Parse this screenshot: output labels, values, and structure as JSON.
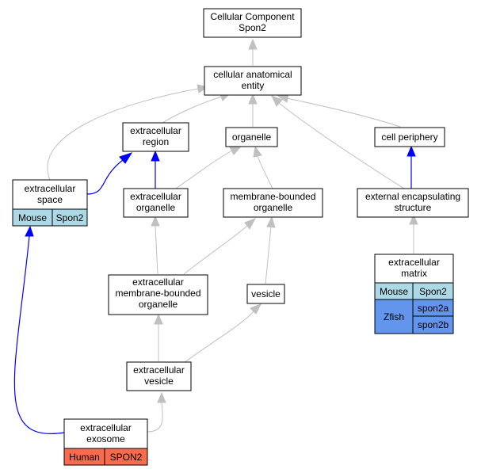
{
  "colors": {
    "mouse": "#add8e6",
    "human": "#fa6a4c",
    "zfish": "#6495ed",
    "is_a_edge": "#c0c0c0",
    "part_of_edge": "#0000ff"
  },
  "nodes": {
    "root": [
      "Cellular Component",
      "Spon2"
    ],
    "cae": [
      "cellular anatomical",
      "entity"
    ],
    "ecr": [
      "extracellular",
      "region"
    ],
    "organelle": [
      "organelle"
    ],
    "cp": [
      "cell periphery"
    ],
    "ecs": [
      "extracellular",
      "space"
    ],
    "eco": [
      "extracellular",
      "organelle"
    ],
    "mbo": [
      "membrane-bounded",
      "organelle"
    ],
    "ees": [
      "external encapsulating",
      "structure"
    ],
    "ecm": [
      "extracellular",
      "matrix"
    ],
    "embo": [
      "extracellular",
      "membrane-bounded",
      "organelle"
    ],
    "vesicle": [
      "vesicle"
    ],
    "ecv": [
      "extracellular",
      "vesicle"
    ],
    "exo": [
      "extracellular",
      "exosome"
    ]
  },
  "annotations": {
    "ecs": {
      "species": "Mouse",
      "genes": [
        "Spon2"
      ]
    },
    "ecm": [
      {
        "species": "Mouse",
        "genes": [
          "Spon2"
        ]
      },
      {
        "species": "Zfish",
        "genes": [
          "spon2a",
          "spon2b"
        ]
      }
    ],
    "exo": {
      "species": "Human",
      "genes": [
        "SPON2"
      ]
    }
  }
}
